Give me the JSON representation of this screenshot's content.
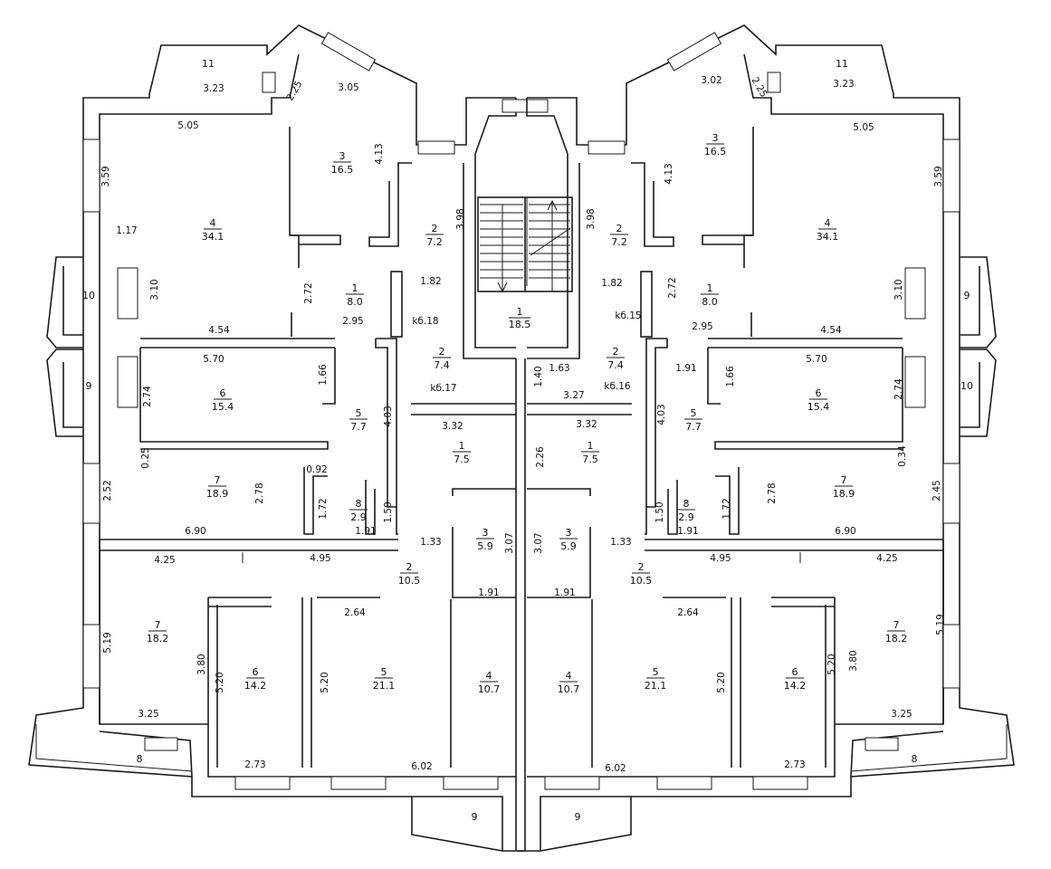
{
  "plan": {
    "left_apartment": {
      "rooms": [
        {
          "id": "r11",
          "number": "11",
          "area": ""
        },
        {
          "id": "r3",
          "number": "3",
          "area": "16.5"
        },
        {
          "id": "r4",
          "number": "4",
          "area": "34.1"
        },
        {
          "id": "r2a",
          "number": "2",
          "area": "7.2"
        },
        {
          "id": "r1a",
          "number": "1",
          "area": "8.0"
        },
        {
          "id": "r10",
          "number": "10",
          "area": ""
        },
        {
          "id": "r9",
          "number": "9",
          "area": ""
        },
        {
          "id": "r6a",
          "number": "6",
          "area": "15.4"
        },
        {
          "id": "r5a",
          "number": "5",
          "area": "7.7"
        },
        {
          "id": "r2b",
          "number": "2",
          "area": "7.4"
        },
        {
          "id": "r7a",
          "number": "7",
          "area": "18.9"
        },
        {
          "id": "r8a",
          "number": "8",
          "area": "2.9"
        },
        {
          "id": "r1b",
          "number": "1",
          "area": "7.5"
        },
        {
          "id": "r3b",
          "number": "3",
          "area": "5.9"
        },
        {
          "id": "r2c",
          "number": "2",
          "area": "10.5"
        },
        {
          "id": "r7b",
          "number": "7",
          "area": "18.2"
        },
        {
          "id": "r6b",
          "number": "6",
          "area": "14.2"
        },
        {
          "id": "r5b",
          "number": "5",
          "area": "21.1"
        },
        {
          "id": "r4b",
          "number": "4",
          "area": "10.7"
        },
        {
          "id": "r8b",
          "number": "8",
          "area": ""
        },
        {
          "id": "r9b",
          "number": "9",
          "area": ""
        }
      ],
      "dims": [
        "3.23",
        "2.25",
        "3.05",
        "5.05",
        "3.59",
        "4.13",
        "1.17",
        "3.10",
        "2.72",
        "1.82",
        "2.95",
        "4.54",
        "kб.18",
        "5.70",
        "1.66",
        "2.74",
        "kб.17",
        "4.03",
        "3.32",
        "0.25",
        "0.92",
        "2.52",
        "2.78",
        "1.72",
        "1.50",
        "6.90",
        "1.91",
        "1.33",
        "3.07",
        "4.25",
        "4.95",
        "1.91",
        "2.64",
        "5.19",
        "3.80",
        "5.20",
        "5.20",
        "3.25",
        "2.73",
        "6.02",
        "3.98"
      ]
    },
    "right_apartment": {
      "rooms": [
        {
          "id": "r11",
          "number": "11",
          "area": ""
        },
        {
          "id": "r3",
          "number": "3",
          "area": "16.5"
        },
        {
          "id": "r4",
          "number": "4",
          "area": "34.1"
        },
        {
          "id": "r2a",
          "number": "2",
          "area": "7.2"
        },
        {
          "id": "r1a",
          "number": "1",
          "area": "8.0"
        },
        {
          "id": "r9",
          "number": "9",
          "area": ""
        },
        {
          "id": "r10",
          "number": "10",
          "area": ""
        },
        {
          "id": "r6a",
          "number": "6",
          "area": "15.4"
        },
        {
          "id": "r5a",
          "number": "5",
          "area": "7.7"
        },
        {
          "id": "r2b",
          "number": "2",
          "area": "7.4"
        },
        {
          "id": "r7a",
          "number": "7",
          "area": "18.9"
        },
        {
          "id": "r8a",
          "number": "8",
          "area": "2.9"
        },
        {
          "id": "r1b",
          "number": "1",
          "area": "7.5"
        },
        {
          "id": "r3b",
          "number": "3",
          "area": "5.9"
        },
        {
          "id": "r2c",
          "number": "2",
          "area": "10.5"
        },
        {
          "id": "r7b",
          "number": "7",
          "area": "18.2"
        },
        {
          "id": "r6b",
          "number": "6",
          "area": "14.2"
        },
        {
          "id": "r5b",
          "number": "5",
          "area": "21.1"
        },
        {
          "id": "r4b",
          "number": "4",
          "area": "10.7"
        },
        {
          "id": "r8b",
          "number": "8",
          "area": ""
        },
        {
          "id": "r9b",
          "number": "9",
          "area": ""
        }
      ],
      "dims": [
        "3.23",
        "2.25",
        "3.02",
        "5.05",
        "3.59",
        "4.13",
        "3.10",
        "2.72",
        "1.82",
        "2.95",
        "4.54",
        "kб.15",
        "5.70",
        "1.66",
        "2.74",
        "kб.16",
        "4.03",
        "3.32",
        "3.27",
        "1.91",
        "1.63",
        "0.34",
        "2.45",
        "2.78",
        "1.72",
        "1.50",
        "6.90",
        "1.91",
        "1.33",
        "3.07",
        "4.25",
        "4.95",
        "1.91",
        "2.64",
        "5.19",
        "3.80",
        "5.20",
        "5.20",
        "3.25",
        "2.73",
        "6.02",
        "2.26",
        "1.40",
        "3.98"
      ]
    },
    "stair": {
      "number": "1",
      "area": "18.5"
    }
  }
}
